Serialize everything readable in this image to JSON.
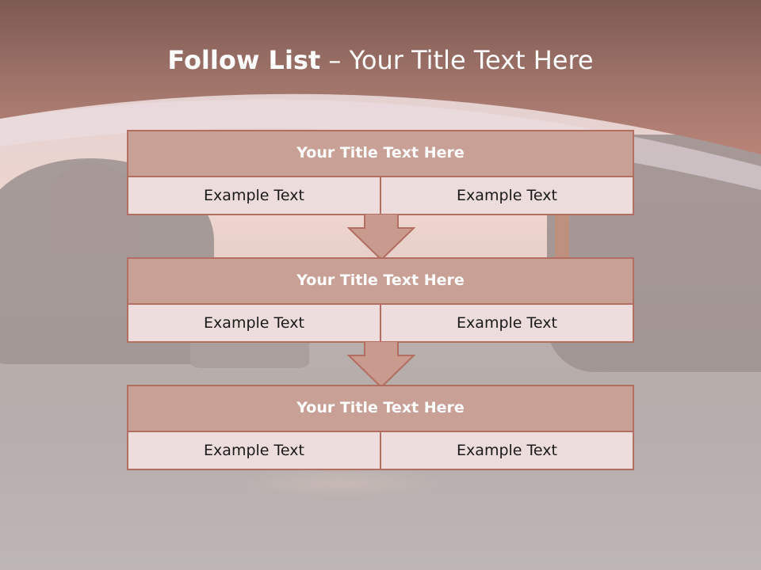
{
  "slide": {
    "title_bold": "Follow List",
    "title_rest": " – Your Title Text Here"
  },
  "stages": [
    {
      "title": "Your Title Text Here",
      "left": "Example Text",
      "right": "Example Text"
    },
    {
      "title": "Your Title Text Here",
      "left": "Example Text",
      "right": "Example Text"
    },
    {
      "title": "Your Title Text Here",
      "left": "Example Text",
      "right": "Example Text"
    }
  ],
  "colors": {
    "header": "#9e6a60",
    "box_border": "#b26e60",
    "title_fill": "#c8a096",
    "cell_fill": "#ecdcdb",
    "arrow_fill": "#c99a8e"
  }
}
